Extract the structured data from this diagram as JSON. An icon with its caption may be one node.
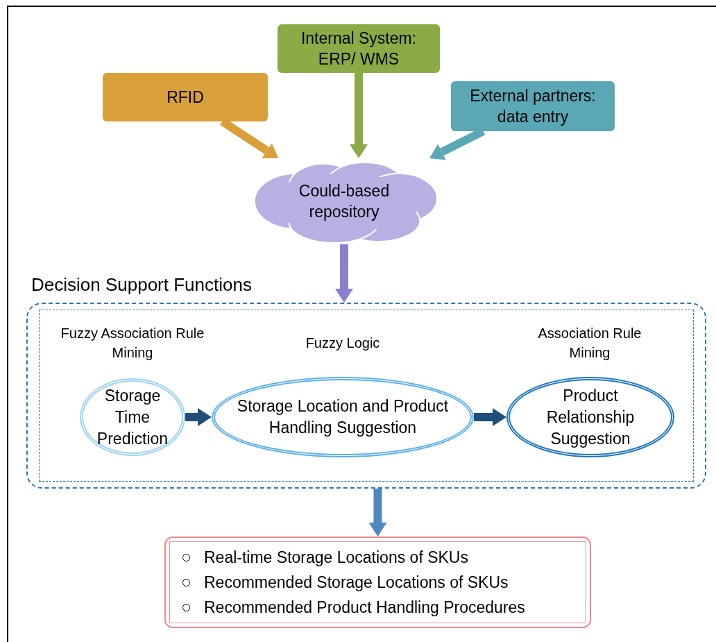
{
  "diagram": {
    "nodes": [
      {
        "text": [
          "RFID"
        ]
      },
      {
        "text": [
          "Internal System: ERP/ WMS"
        ]
      },
      {
        "text": [
          "External partners: data entry"
        ]
      },
      {
        "text": [
          "Could-based repository"
        ]
      },
      {
        "text": [
          "Decision Support Functions"
        ]
      },
      {
        "text": [
          "Storage Time Prediction"
        ],
        "in": 4,
        "beside": [
          "Fuzzy Association Rule Mining"
        ]
      },
      {
        "text": [
          "Storage Location and Product Handling Suggestion"
        ],
        "in": 4,
        "beside": [
          "Fuzzy Logic"
        ]
      },
      {
        "text": [
          "Product Relationship Suggestion"
        ],
        "in": 4,
        "beside": [
          "Association Rule Mining"
        ]
      },
      {
        "text": [
          "Real-time Storage Locations of SKUs",
          "Recommended Storage Locations of SKUs",
          "Recommended Product Handling Procedures"
        ]
      }
    ],
    "edges": [
      {
        "from": 0,
        "to": 3,
        "arrow": "to",
        "color": "#d9a03a"
      },
      {
        "from": 1,
        "to": 3,
        "arrow": "to",
        "color": "#8aab45"
      },
      {
        "from": 2,
        "to": 3,
        "arrow": "to",
        "color": "#5aa8b5"
      },
      {
        "from": 3,
        "to": 4,
        "arrow": "to",
        "color": "#8b7fd0"
      },
      {
        "from": 5,
        "to": 6,
        "arrow": "to",
        "color": "#1f4e79"
      },
      {
        "from": 6,
        "to": 7,
        "arrow": "to",
        "color": "#1f4e79"
      },
      {
        "from": 4,
        "to": 8,
        "arrow": "to",
        "color": "#4f88bf"
      }
    ]
  }
}
